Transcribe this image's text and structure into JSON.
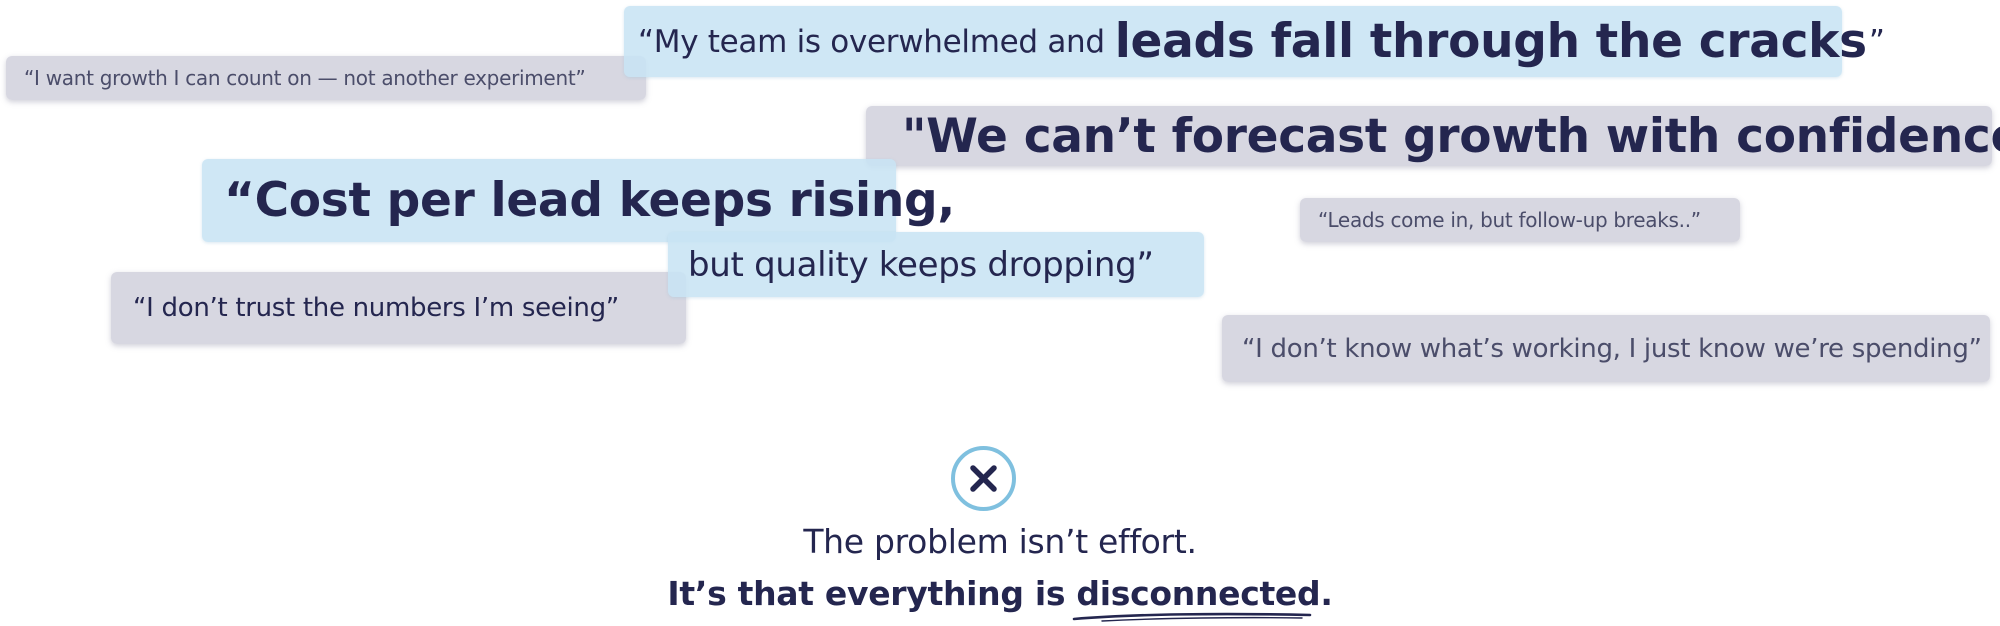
{
  "quotes": {
    "team_overwhelmed": {
      "prefix": "“My team is overwhelmed and",
      "emphasis": "leads fall through the cracks",
      "suffix": "”"
    },
    "growth_count_on": "“I want growth I can count on — not another experiment”",
    "forecast_growth": "\"We can’t forecast growth with confidence\"",
    "cost_per_lead": "“Cost per lead keeps rising,",
    "quality_dropping": "but quality keeps dropping”",
    "trust_numbers": "“I don’t trust the numbers I’m seeing”",
    "leads_come_in": "“Leads come in, but follow-up breaks..”",
    "whats_working": "“I don’t know what’s working, I just know we’re spending”"
  },
  "icons": {
    "status": "close-icon"
  },
  "conclusion": {
    "line1": "The problem isn’t effort.",
    "line2_prefix": "It’s that everything is ",
    "line2_underlined": "disconnected",
    "line2_suffix": "."
  },
  "colors": {
    "navy_text": "#24264f",
    "gray_text": "#4b4d6a",
    "blue_highlight": "#c8e4f4",
    "gray_highlight": "#d0d0dc",
    "icon_ring": "#7fc0df"
  }
}
